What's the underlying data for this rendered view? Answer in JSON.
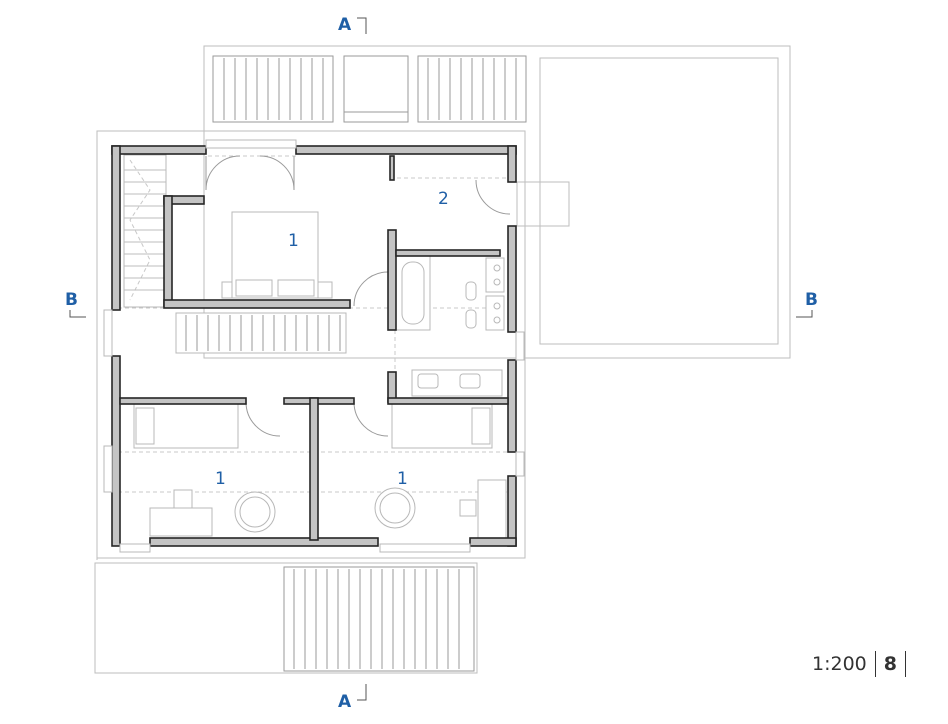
{
  "section_marks": {
    "a_top": "A",
    "a_bottom": "A",
    "b_left": "B",
    "b_right": "B"
  },
  "room_labels": {
    "bedroom_main": "1",
    "dressing": "2",
    "bedroom_left": "1",
    "bedroom_right": "1"
  },
  "footer": {
    "scale": "1:200",
    "page_number": "8"
  },
  "colors": {
    "label_blue": "#1f5fa6",
    "wall_fill": "#c4c4c4",
    "wall_stroke": "#262626",
    "thin_line": "#bdbdbd"
  }
}
